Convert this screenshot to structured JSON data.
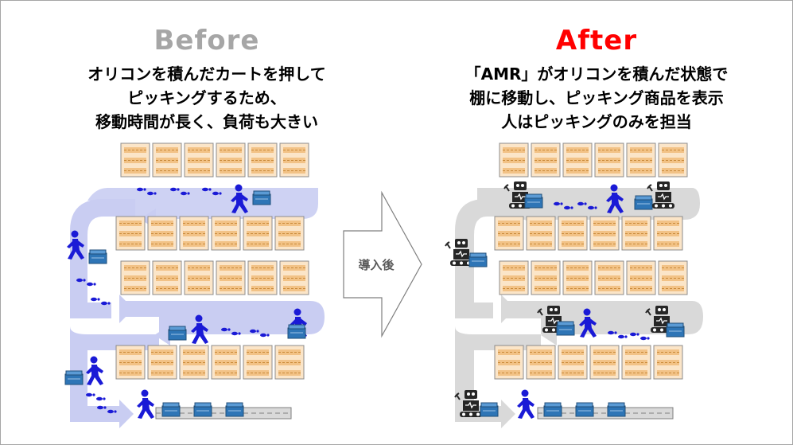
{
  "before": {
    "title": "Before",
    "title_color": "#a6a6a6",
    "lines": [
      "オリコンを積んだカートを押して",
      "ピッキングするため、",
      "移動時間が長く、負荷も大きい"
    ]
  },
  "after": {
    "title": "After",
    "title_color": "#ff0000",
    "lines": [
      "「AMR」がオリコンを積んだ状態で",
      "棚に移動し、ピッキング商品を表示",
      "人はピッキングのみを担当"
    ]
  },
  "arrow_label": "導入後",
  "colors": {
    "shelf": "#f2c286",
    "shelf_frame": "#a6a6a6",
    "before_path": "#c9cdf2",
    "after_path": "#d9d9d9",
    "worker": "#1a1ad6",
    "box": "#2e75b6"
  },
  "icons": [
    "shelf-icon",
    "worker-icon",
    "footprint-icon",
    "container-box-icon",
    "amr-robot-icon",
    "conveyor-icon"
  ]
}
